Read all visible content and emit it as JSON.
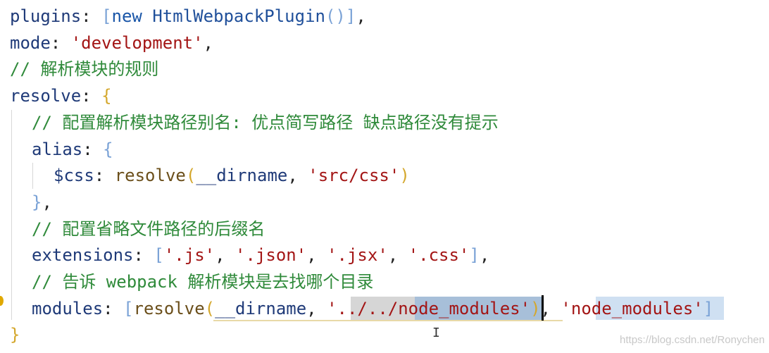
{
  "editor": {
    "lines": [
      {
        "name": "code-line-plugins",
        "tokens": [
          {
            "t": "plugins",
            "c": "id"
          },
          {
            "t": ": ",
            "c": "pun"
          },
          {
            "t": "[",
            "c": "br1"
          },
          {
            "t": "new",
            "c": "kw"
          },
          {
            "t": " ",
            "c": "pun"
          },
          {
            "t": "HtmlWebpackPlugin",
            "c": "cls"
          },
          {
            "t": "(",
            "c": "br1"
          },
          {
            "t": ")",
            "c": "br1"
          },
          {
            "t": "]",
            "c": "br1"
          },
          {
            "t": ",",
            "c": "pun"
          }
        ]
      },
      {
        "name": "code-line-mode",
        "tokens": [
          {
            "t": "mode",
            "c": "id"
          },
          {
            "t": ": ",
            "c": "pun"
          },
          {
            "t": "'development'",
            "c": "str"
          },
          {
            "t": ",",
            "c": "pun"
          }
        ]
      },
      {
        "name": "code-line-comment-resolve",
        "tokens": [
          {
            "t": "// 解析模块的规则",
            "c": "cm"
          }
        ]
      },
      {
        "name": "code-line-resolve-open",
        "tokens": [
          {
            "t": "resolve",
            "c": "id"
          },
          {
            "t": ": ",
            "c": "pun"
          },
          {
            "t": "{",
            "c": "br2"
          }
        ]
      },
      {
        "name": "code-line-comment-alias",
        "indent": 1,
        "tokens": [
          {
            "t": "// 配置解析模块路径别名: 优点简写路径 缺点路径没有提示",
            "c": "cm"
          }
        ]
      },
      {
        "name": "code-line-alias-open",
        "indent": 1,
        "tokens": [
          {
            "t": "alias",
            "c": "id"
          },
          {
            "t": ": ",
            "c": "pun"
          },
          {
            "t": "{",
            "c": "br1"
          }
        ]
      },
      {
        "name": "code-line-css-alias",
        "indent": 2,
        "tokens": [
          {
            "t": "$css",
            "c": "id"
          },
          {
            "t": ": ",
            "c": "pun"
          },
          {
            "t": "resolve",
            "c": "func"
          },
          {
            "t": "(",
            "c": "br2"
          },
          {
            "t": "__dirname",
            "c": "id"
          },
          {
            "t": ", ",
            "c": "pun"
          },
          {
            "t": "'src/css'",
            "c": "str"
          },
          {
            "t": ")",
            "c": "br2"
          }
        ]
      },
      {
        "name": "code-line-alias-close",
        "indent": 1,
        "tokens": [
          {
            "t": "}",
            "c": "br1"
          },
          {
            "t": ",",
            "c": "pun"
          }
        ]
      },
      {
        "name": "code-line-comment-extensions",
        "indent": 1,
        "tokens": [
          {
            "t": "// 配置省略文件路径的后缀名",
            "c": "cm"
          }
        ]
      },
      {
        "name": "code-line-extensions",
        "indent": 1,
        "tokens": [
          {
            "t": "extensions",
            "c": "id"
          },
          {
            "t": ": ",
            "c": "pun"
          },
          {
            "t": "[",
            "c": "br1"
          },
          {
            "t": "'.js'",
            "c": "str"
          },
          {
            "t": ", ",
            "c": "pun"
          },
          {
            "t": "'.json'",
            "c": "str"
          },
          {
            "t": ", ",
            "c": "pun"
          },
          {
            "t": "'.jsx'",
            "c": "str"
          },
          {
            "t": ", ",
            "c": "pun"
          },
          {
            "t": "'.css'",
            "c": "str"
          },
          {
            "t": "]",
            "c": "br1"
          },
          {
            "t": ",",
            "c": "pun"
          }
        ]
      },
      {
        "name": "code-line-comment-modules",
        "indent": 1,
        "tokens": [
          {
            "t": "// 告诉 webpack 解析模块是去找哪个目录",
            "c": "cm"
          }
        ]
      },
      {
        "name": "code-line-modules",
        "indent": 1,
        "tokens": [
          {
            "t": "modules",
            "c": "id"
          },
          {
            "t": ": ",
            "c": "pun"
          },
          {
            "t": "[",
            "c": "br1"
          },
          {
            "t": "resolve",
            "c": "func"
          },
          {
            "t": "(",
            "c": "br2"
          },
          {
            "t": "__dirname",
            "c": "id"
          },
          {
            "t": ", ",
            "c": "pun"
          },
          {
            "t": "'../../node_modules'",
            "c": "str"
          },
          {
            "t": ")",
            "c": "br2"
          },
          {
            "t": ", ",
            "c": "pun"
          },
          {
            "t": "'node_modules'",
            "c": "str"
          },
          {
            "t": "]",
            "c": "br1"
          }
        ]
      },
      {
        "name": "code-line-resolve-close",
        "tokens": [
          {
            "t": "}",
            "c": "br2"
          }
        ]
      }
    ]
  },
  "overlay": {
    "watermark": "https://blog.csdn.net/Ronychen",
    "mouse_cursor_glyph": "I"
  },
  "icons": {
    "lightbulb": "lightbulb-icon",
    "mouse": "text-cursor-icon"
  },
  "colors": {
    "comment": "#2f8a3a",
    "string": "#a31515",
    "keyword": "#1a56a8",
    "selection": "#a7bfd9"
  }
}
